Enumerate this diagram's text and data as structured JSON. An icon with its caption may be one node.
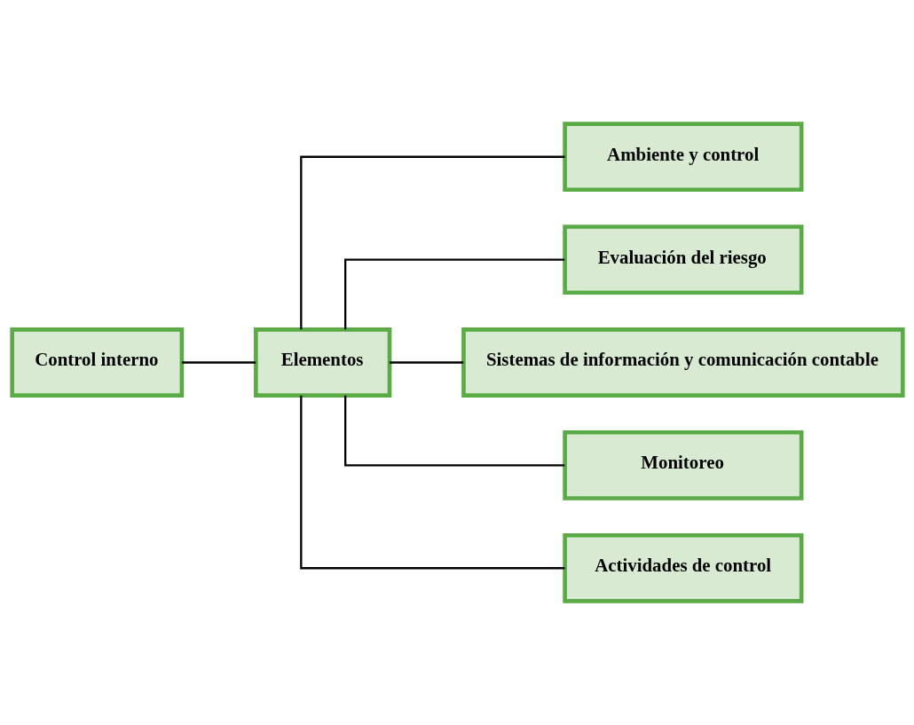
{
  "diagram": {
    "nodes": [
      {
        "text": [
          "Control interno"
        ]
      },
      {
        "text": [
          "Elementos"
        ]
      },
      {
        "text": [
          "Ambiente y control"
        ]
      },
      {
        "text": [
          "Evaluación del riesgo"
        ]
      },
      {
        "text": [
          "Sistemas de información y comunicación contable"
        ]
      },
      {
        "text": [
          "Monitoreo"
        ]
      },
      {
        "text": [
          "Actividades de control"
        ]
      }
    ],
    "edges": [
      {
        "from": 0,
        "to": 1,
        "arrow": "none"
      },
      {
        "from": 1,
        "to": 2,
        "arrow": "none"
      },
      {
        "from": 1,
        "to": 3,
        "arrow": "none"
      },
      {
        "from": 1,
        "to": 4,
        "arrow": "none"
      },
      {
        "from": 1,
        "to": 5,
        "arrow": "none"
      },
      {
        "from": 1,
        "to": 6,
        "arrow": "none"
      }
    ]
  }
}
